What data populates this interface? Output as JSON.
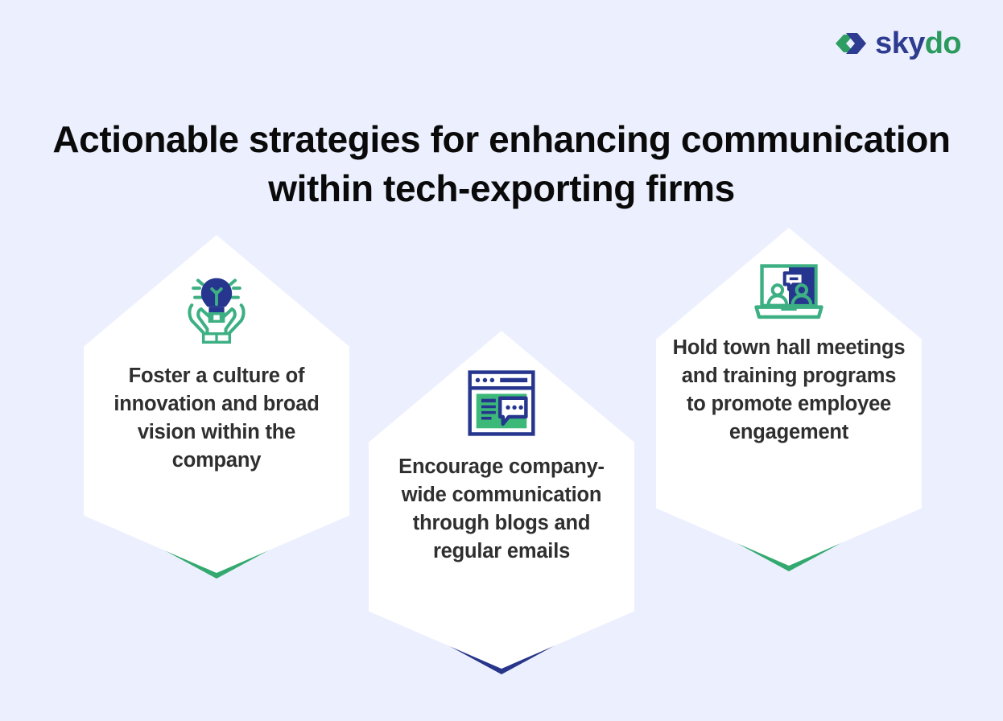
{
  "brand": {
    "logo_mark_name": "skydo-chevron-logo",
    "name_part_1": "sky",
    "name_part_2": "do",
    "color_blue": "#2d3b90",
    "color_green": "#2b9a5e"
  },
  "header": {
    "title": "Actionable strategies for enhancing communication within tech-exporting firms"
  },
  "theme": {
    "background": "#eceffd",
    "card_background": "#ffffff",
    "accent_green": "#34a96f",
    "accent_blue": "#27358a",
    "text_dark": "#2f2f2f",
    "title_color": "#0a0a0a"
  },
  "cards": [
    {
      "icon": "lightbulb-in-hands-icon",
      "text": "Foster a culture of innovation and broad vision within the company",
      "ribbon_color": "#34a96f"
    },
    {
      "icon": "browser-chat-window-icon",
      "text": "Encourage company-wide communication through blogs and regular emails",
      "ribbon_color": "#27358a"
    },
    {
      "icon": "laptop-video-meeting-icon",
      "text": "Hold town hall meetings and training programs to promote employee engagement",
      "ribbon_color": "#34a96f"
    }
  ]
}
